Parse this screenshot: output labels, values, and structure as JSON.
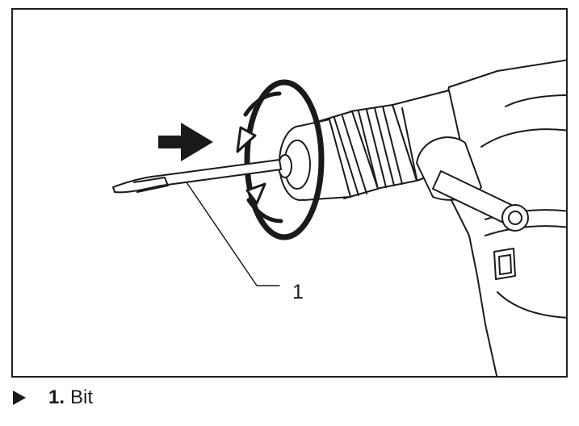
{
  "figure": {
    "callout_number": "1",
    "icons": [
      "push-arrow-icon",
      "rotation-arrow-icon"
    ]
  },
  "legend": {
    "items": [
      {
        "number": "1.",
        "label": "Bit"
      }
    ]
  }
}
